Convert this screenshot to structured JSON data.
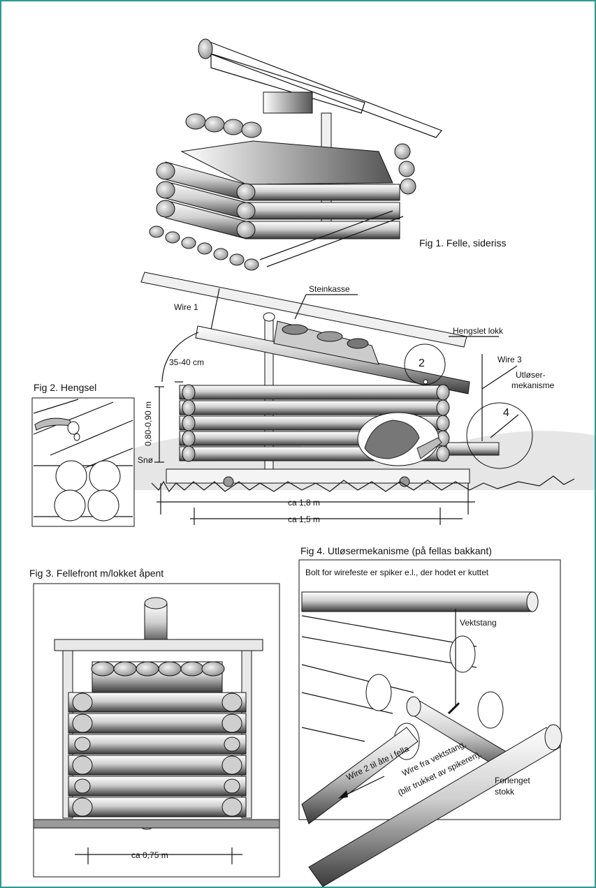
{
  "figures": {
    "fig1": {
      "caption": "Fig 1. Felle, sideriss"
    },
    "fig2": {
      "caption": "Fig 2. Hengsel"
    },
    "fig3": {
      "caption": "Fig 3. Fellefront m/lokket åpent",
      "dimension": "ca 0,75 m"
    },
    "fig4": {
      "caption": "Fig 4. Utløsermekanisme (på fellas bakkant)",
      "note": "Bolt for wirefeste er spiker e.l., der hodet er kuttet",
      "labels": {
        "vektstang": "Vektstang",
        "wire2": "Wire 2 til åte i fella",
        "wire_fra_line1": "Wire fra vektstang,",
        "wire_fra_line2": "(blir trukket av spikeren).",
        "forlenget_line1": "Forlenget",
        "forlenget_line2": "stokk"
      }
    },
    "main": {
      "labels": {
        "wire1": "Wire 1",
        "steinkasse": "Steinkasse",
        "hengslet_lokk": "Hengslet lokk",
        "wire3": "Wire 3",
        "utloser_line1": "Utløser-",
        "utloser_line2": "mekanisme",
        "height_35": "35-40 cm",
        "height_080": "0,80-0,90 m",
        "sno": "Snø",
        "len_18": "ca 1,8 m",
        "len_15": "ca 1,5 m",
        "marker2": "2",
        "marker4": "4"
      }
    }
  },
  "colors": {
    "border": "#2a9a96",
    "ink": "#111111",
    "log_fill": "#d9d9d9",
    "snow": "#e6e6e6"
  }
}
